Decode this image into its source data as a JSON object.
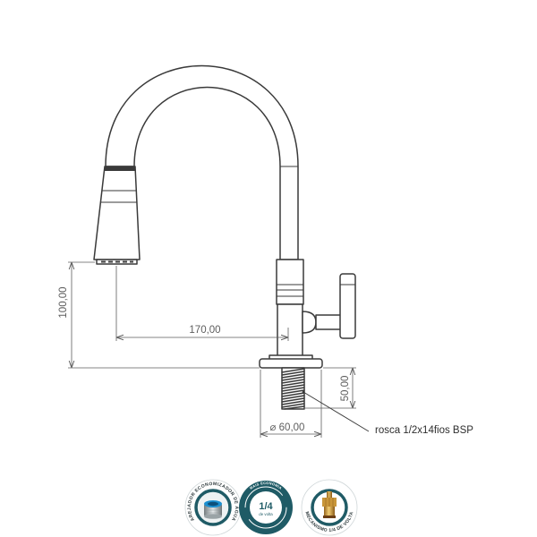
{
  "drawing": {
    "dimensions": {
      "spout_height": "100,00",
      "reach": "170,00",
      "shank_length": "50,00",
      "base_diameter": "⌀ 60,00"
    },
    "thread_callout": "rosca 1/2x14fios BSP"
  },
  "badges": [
    {
      "arc_text": "AREJADOR ECONOMIZADOR DE ÁGUA",
      "icon": "aerator-icon"
    },
    {
      "arc_text": "MAIS ECONOMIA",
      "value": "1/4",
      "caption": "de volta",
      "icon": "quarter-turn-icon"
    },
    {
      "arc_text": "MECANISMO 1/4 DE VOLTA",
      "icon": "brass-cartridge-icon"
    }
  ],
  "colors": {
    "line": "#3a3a3a",
    "dimension": "#5e5e5e",
    "badge_teal": "#1f5b66",
    "aerator_blue": "#1b8fd0",
    "brass": "#c8963a"
  }
}
